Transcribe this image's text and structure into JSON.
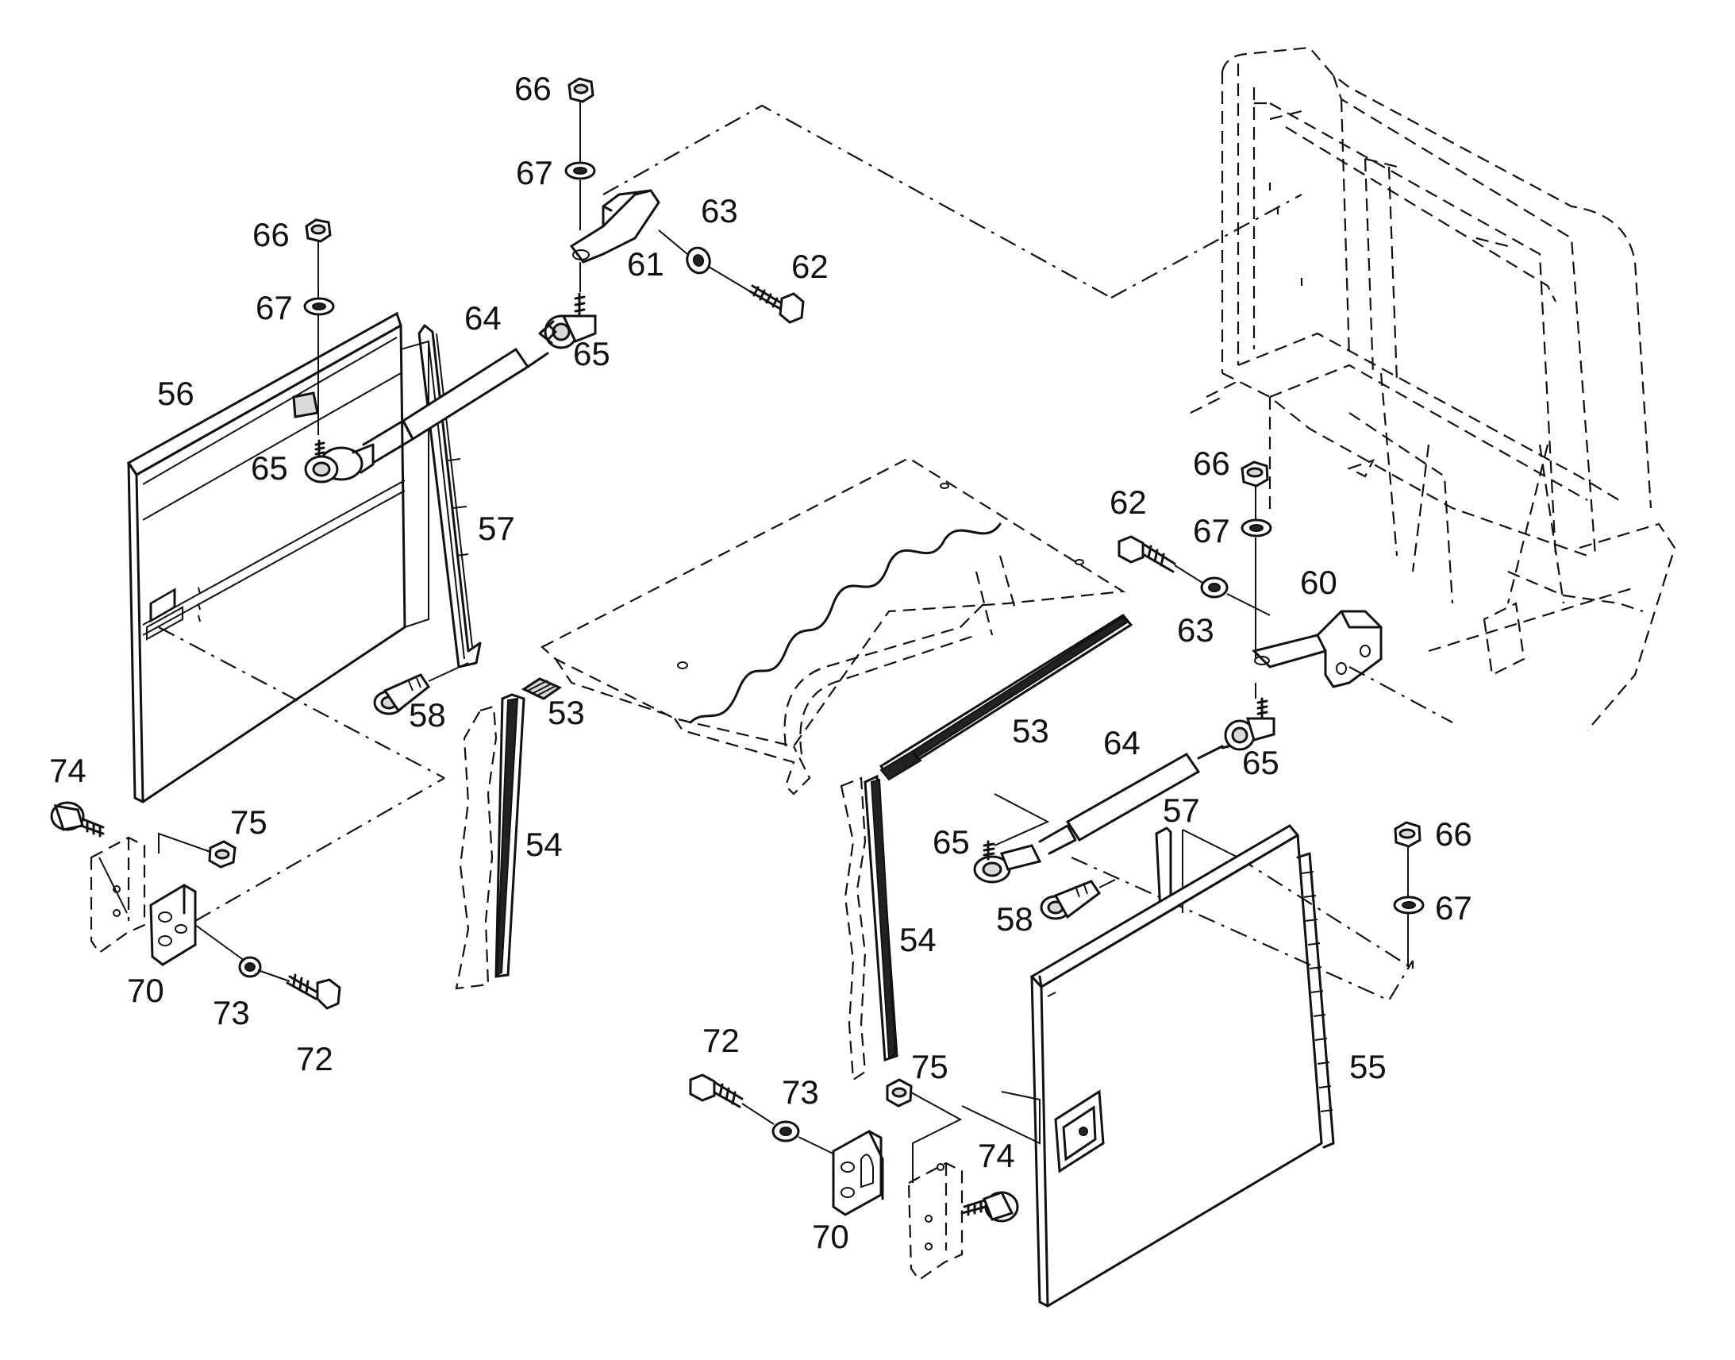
{
  "diagram": {
    "callouts": [
      {
        "id": "c66a",
        "text": "66"
      },
      {
        "id": "c67a",
        "text": "67"
      },
      {
        "id": "c63a",
        "text": "63"
      },
      {
        "id": "c61",
        "text": "61"
      },
      {
        "id": "c62a",
        "text": "62"
      },
      {
        "id": "c66b",
        "text": "66"
      },
      {
        "id": "c67b",
        "text": "67"
      },
      {
        "id": "c64a",
        "text": "64"
      },
      {
        "id": "c65a",
        "text": "65"
      },
      {
        "id": "c56",
        "text": "56"
      },
      {
        "id": "c65b",
        "text": "65"
      },
      {
        "id": "c57a",
        "text": "57"
      },
      {
        "id": "c58a",
        "text": "58"
      },
      {
        "id": "c53a",
        "text": "53"
      },
      {
        "id": "c54a",
        "text": "54"
      },
      {
        "id": "c74a",
        "text": "74"
      },
      {
        "id": "c75a",
        "text": "75"
      },
      {
        "id": "c70a",
        "text": "70"
      },
      {
        "id": "c73a",
        "text": "73"
      },
      {
        "id": "c72a",
        "text": "72"
      },
      {
        "id": "c66c",
        "text": "66"
      },
      {
        "id": "c62b",
        "text": "62"
      },
      {
        "id": "c67c",
        "text": "67"
      },
      {
        "id": "c60",
        "text": "60"
      },
      {
        "id": "c63b",
        "text": "63"
      },
      {
        "id": "c53b",
        "text": "53"
      },
      {
        "id": "c64b",
        "text": "64"
      },
      {
        "id": "c65c",
        "text": "65"
      },
      {
        "id": "c57b",
        "text": "57"
      },
      {
        "id": "c65d",
        "text": "65"
      },
      {
        "id": "c58b",
        "text": "58"
      },
      {
        "id": "c54b",
        "text": "54"
      },
      {
        "id": "c66d",
        "text": "66"
      },
      {
        "id": "c67d",
        "text": "67"
      },
      {
        "id": "c72b",
        "text": "72"
      },
      {
        "id": "c73b",
        "text": "73"
      },
      {
        "id": "c75b",
        "text": "75"
      },
      {
        "id": "c74b",
        "text": "74"
      },
      {
        "id": "c70b",
        "text": "70"
      },
      {
        "id": "c55",
        "text": "55"
      }
    ]
  }
}
